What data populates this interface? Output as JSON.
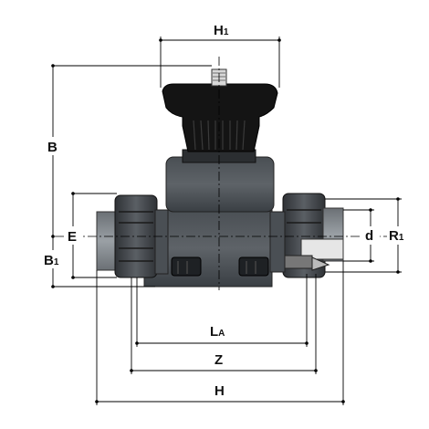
{
  "dimensions": {
    "H1": {
      "base": "H",
      "sub": "1"
    },
    "B": {
      "base": "B",
      "sub": ""
    },
    "E": {
      "base": "E",
      "sub": ""
    },
    "B1": {
      "base": "B",
      "sub": "1"
    },
    "d": {
      "base": "d",
      "sub": ""
    },
    "R1": {
      "base": "R",
      "sub": "1"
    },
    "LA": {
      "base": "L",
      "sub": "A"
    },
    "Z": {
      "base": "Z",
      "sub": ""
    },
    "H": {
      "base": "H",
      "sub": ""
    }
  },
  "colors": {
    "body_dark": "#3a3f44",
    "body_mid": "#555a5f",
    "body_light": "#8a9096",
    "handwheel": "#141414",
    "spindle": "#cfcfcf",
    "line": "#000000"
  }
}
